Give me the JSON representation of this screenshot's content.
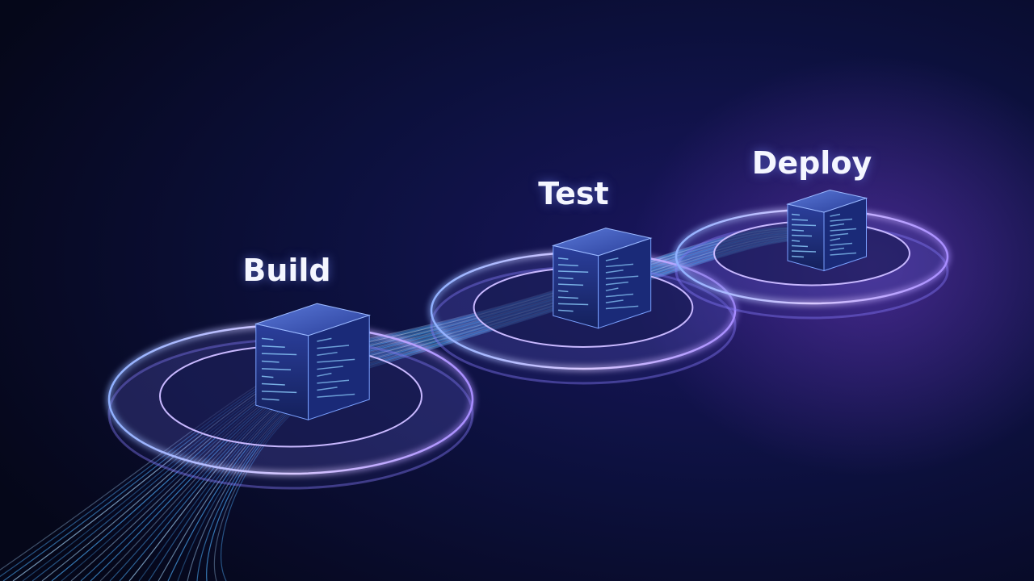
{
  "stages": [
    {
      "label": "Build",
      "icon": "code-cube-icon"
    },
    {
      "label": "Test",
      "icon": "code-cube-icon"
    },
    {
      "label": "Deploy",
      "icon": "code-cube-icon"
    }
  ],
  "colors": {
    "background": "#070a24",
    "nebula": "#5a2fa0",
    "ring": "#b9a8ff",
    "stream": "#4fb0ff",
    "cube": "#2a3f9a"
  }
}
